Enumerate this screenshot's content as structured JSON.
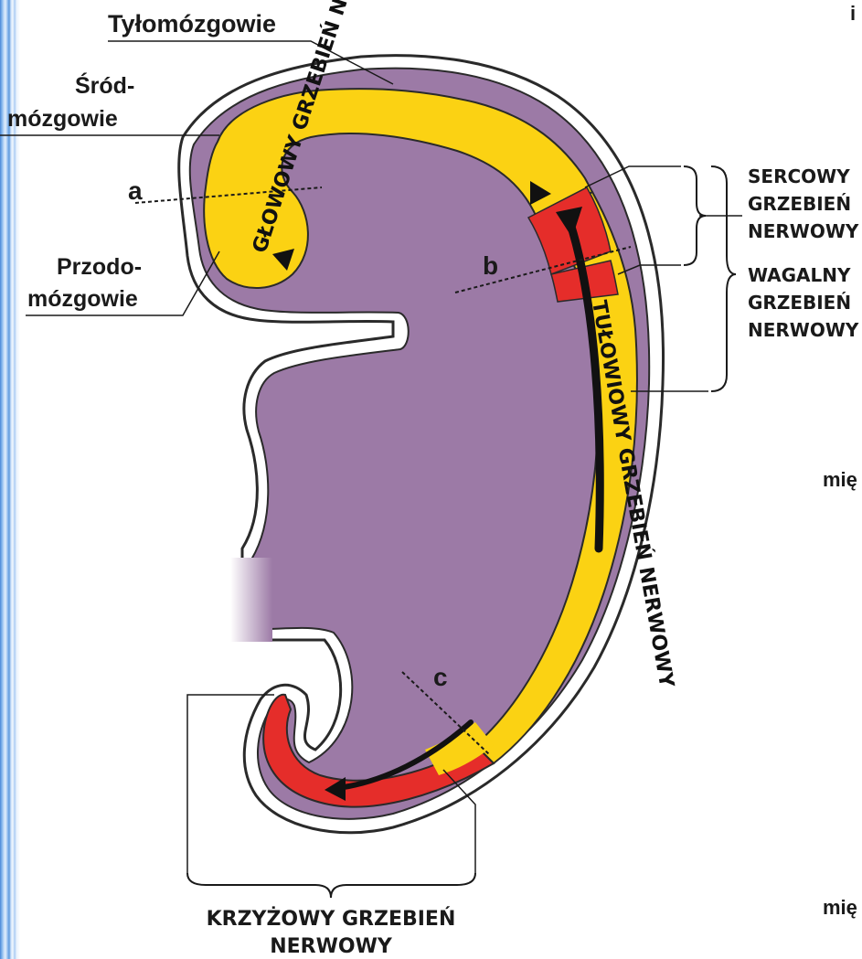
{
  "labels": {
    "tylomozgowie": "Tyłomózgowie",
    "srod_line1": "Śród-",
    "srod_line2": "mózgowie",
    "przodo_line1": "Przodo-",
    "przodo_line2": "mózgowie",
    "section_a": "a",
    "section_b": "b",
    "section_c": "c"
  },
  "crest": {
    "glowowy": "GŁOWOWY GRZEBIEŃ NERWOWY",
    "tulowiowy": "TUŁOWIOWY GRZEBIEŃ NERWOWY",
    "sercowy": [
      "SERCOWY",
      "GRZEBIEŃ",
      "NERWOWY"
    ],
    "wagalny": [
      "WAGALNY",
      "GRZEBIEŃ",
      "NERWOWY"
    ],
    "krzyzowy_line1": "KRZYŻOWY GRZEBIEŃ",
    "krzyzowy_line2": "NERWOWY"
  },
  "edge_text": {
    "top_right": "i",
    "mid_right": "mię",
    "bottom_right": "mię"
  },
  "colors": {
    "embryo": "#9c7aa6",
    "crest_yellow": "#fbd213",
    "crest_red": "#e52d2a",
    "outline": "#2a2a2a",
    "sidebar_blue": "#4a88d6"
  }
}
